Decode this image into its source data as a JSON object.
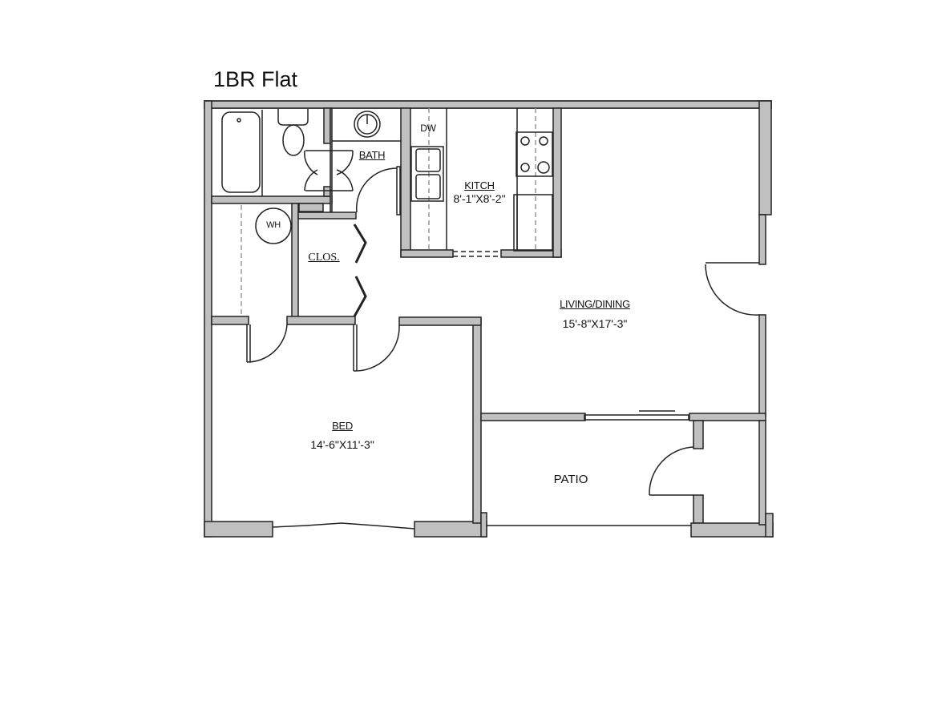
{
  "title": "1BR Flat",
  "colors": {
    "wall_fill": "#c0c0c0",
    "line": "#222222",
    "background": "#ffffff"
  },
  "rooms": {
    "bath": {
      "name": "BATH"
    },
    "kitchen": {
      "name": "KITCH",
      "dimensions": "8'-1\"X8'-2\""
    },
    "living": {
      "name": "LIVING/DINING",
      "dimensions": "15'-8\"X17'-3\""
    },
    "bed": {
      "name": "BED",
      "dimensions": "14'-6\"X11'-3\""
    },
    "closet": {
      "name": "CLOS."
    },
    "patio": {
      "name": "PATIO"
    }
  },
  "fixtures": {
    "dishwasher": "DW",
    "water_heater": "WH"
  }
}
